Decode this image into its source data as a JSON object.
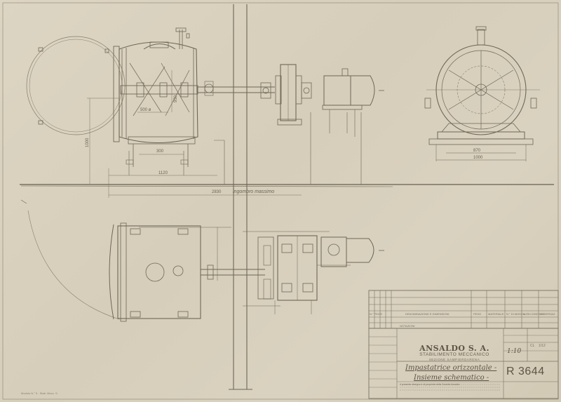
{
  "title_block": {
    "company": "ANSALDO S. A.",
    "division": "STABILIMENTO MECCANICO",
    "subdivision": "SEZIONE SAMPIERDARENA",
    "title_line1": "Impastatrice orizzontale -",
    "title_line2": "Insieme schematico -",
    "drawing_number": "R 3644",
    "scale": "1:10",
    "header_col_1": "N.° PEZZI",
    "header_col_2": "DENOMINAZIONE E DIMENSIONI",
    "header_col_3": "PESO",
    "header_col_4": "MATERIALE",
    "header_col_5": "N.° DI MODELLO",
    "header_col_6": "N.° DI DISEGNO",
    "header_col_7": "OSSERVAZ.",
    "row_label": "NOTAZIONI",
    "note_text": "Il presente disegno è di proprietà della Società Ansaldo",
    "mark_1": "CL",
    "mark_2": "1/12"
  },
  "dimensions": {
    "d_500_a": "500 ø",
    "d_950": "950",
    "d_1000_v": "1000",
    "d_300": "300",
    "d_1120": "1120",
    "d_2830": "2830",
    "d_ingombro": "ingombro massimo",
    "d_870": "870",
    "d_1000_h": "1000"
  },
  "footer": {
    "print_note": "Modulo N.° 5 - Stab. Mecc. S."
  }
}
